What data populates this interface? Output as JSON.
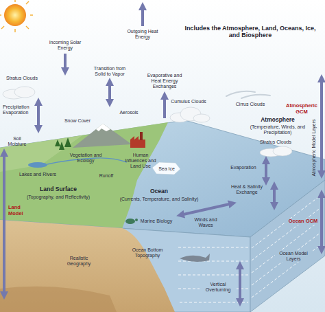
{
  "diagram": {
    "title": "Includes the Atmosphere, Land, Oceans, Ice, and Biosphere",
    "labels": [
      "Incoming Solar Energy",
      "Outgoing Heat Energy",
      "Transition from Solid to Vapor",
      "Stratus Clouds",
      "Precipitation Evaporation",
      "Snow Cover",
      "Aerosols",
      "Evaporative and Heat Energy Exchanges",
      "Cumulus Clouds",
      "Cirrus Clouds",
      "Atmospheric GCM",
      "Atmosphere",
      "(Temperature, Winds, and Precipitation)",
      "Stratus Clouds",
      "Atmospheric Model Layers",
      "Soil Moisture",
      "Vegetation and Ecology",
      "Human Influences and Land Use",
      "Lakes and Rivers",
      "Runoff",
      "Sea Ice",
      "Evaporation",
      "Heat & Salinity Exchange",
      "Land Model",
      "Land Surface",
      "(Topography, and Reflectivity)",
      "Ocean",
      "(Currents, Temperature, and Salinity)",
      "Winds and Waves",
      "Marine Biology",
      "Ocean GCM",
      "Realistic Geography",
      "Ocean Bottom Topography",
      "Vertical Overturning",
      "Ocean Model Layers"
    ]
  }
}
